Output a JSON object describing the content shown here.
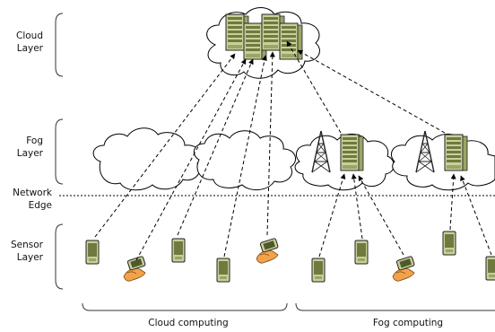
{
  "layers": {
    "cloud": [
      "Cloud",
      "Layer"
    ],
    "fog": [
      "Fog",
      "Layer"
    ],
    "network_edge": [
      "Network",
      "Edge"
    ],
    "sensor": [
      "Sensor",
      "Layer"
    ]
  },
  "groups": {
    "cloud_computing": "Cloud computing",
    "fog_computing": "Fog computing"
  },
  "colors": {
    "server_fill": "#c9cf9a",
    "server_dark": "#6f7a3e",
    "device_fill": "#c9cf9a",
    "hand_fill": "#f2a24b",
    "line": "#000000"
  },
  "icons": [
    "server-rack-icon",
    "radio-tower-icon",
    "sensor-device-icon",
    "handheld-device-icon"
  ]
}
